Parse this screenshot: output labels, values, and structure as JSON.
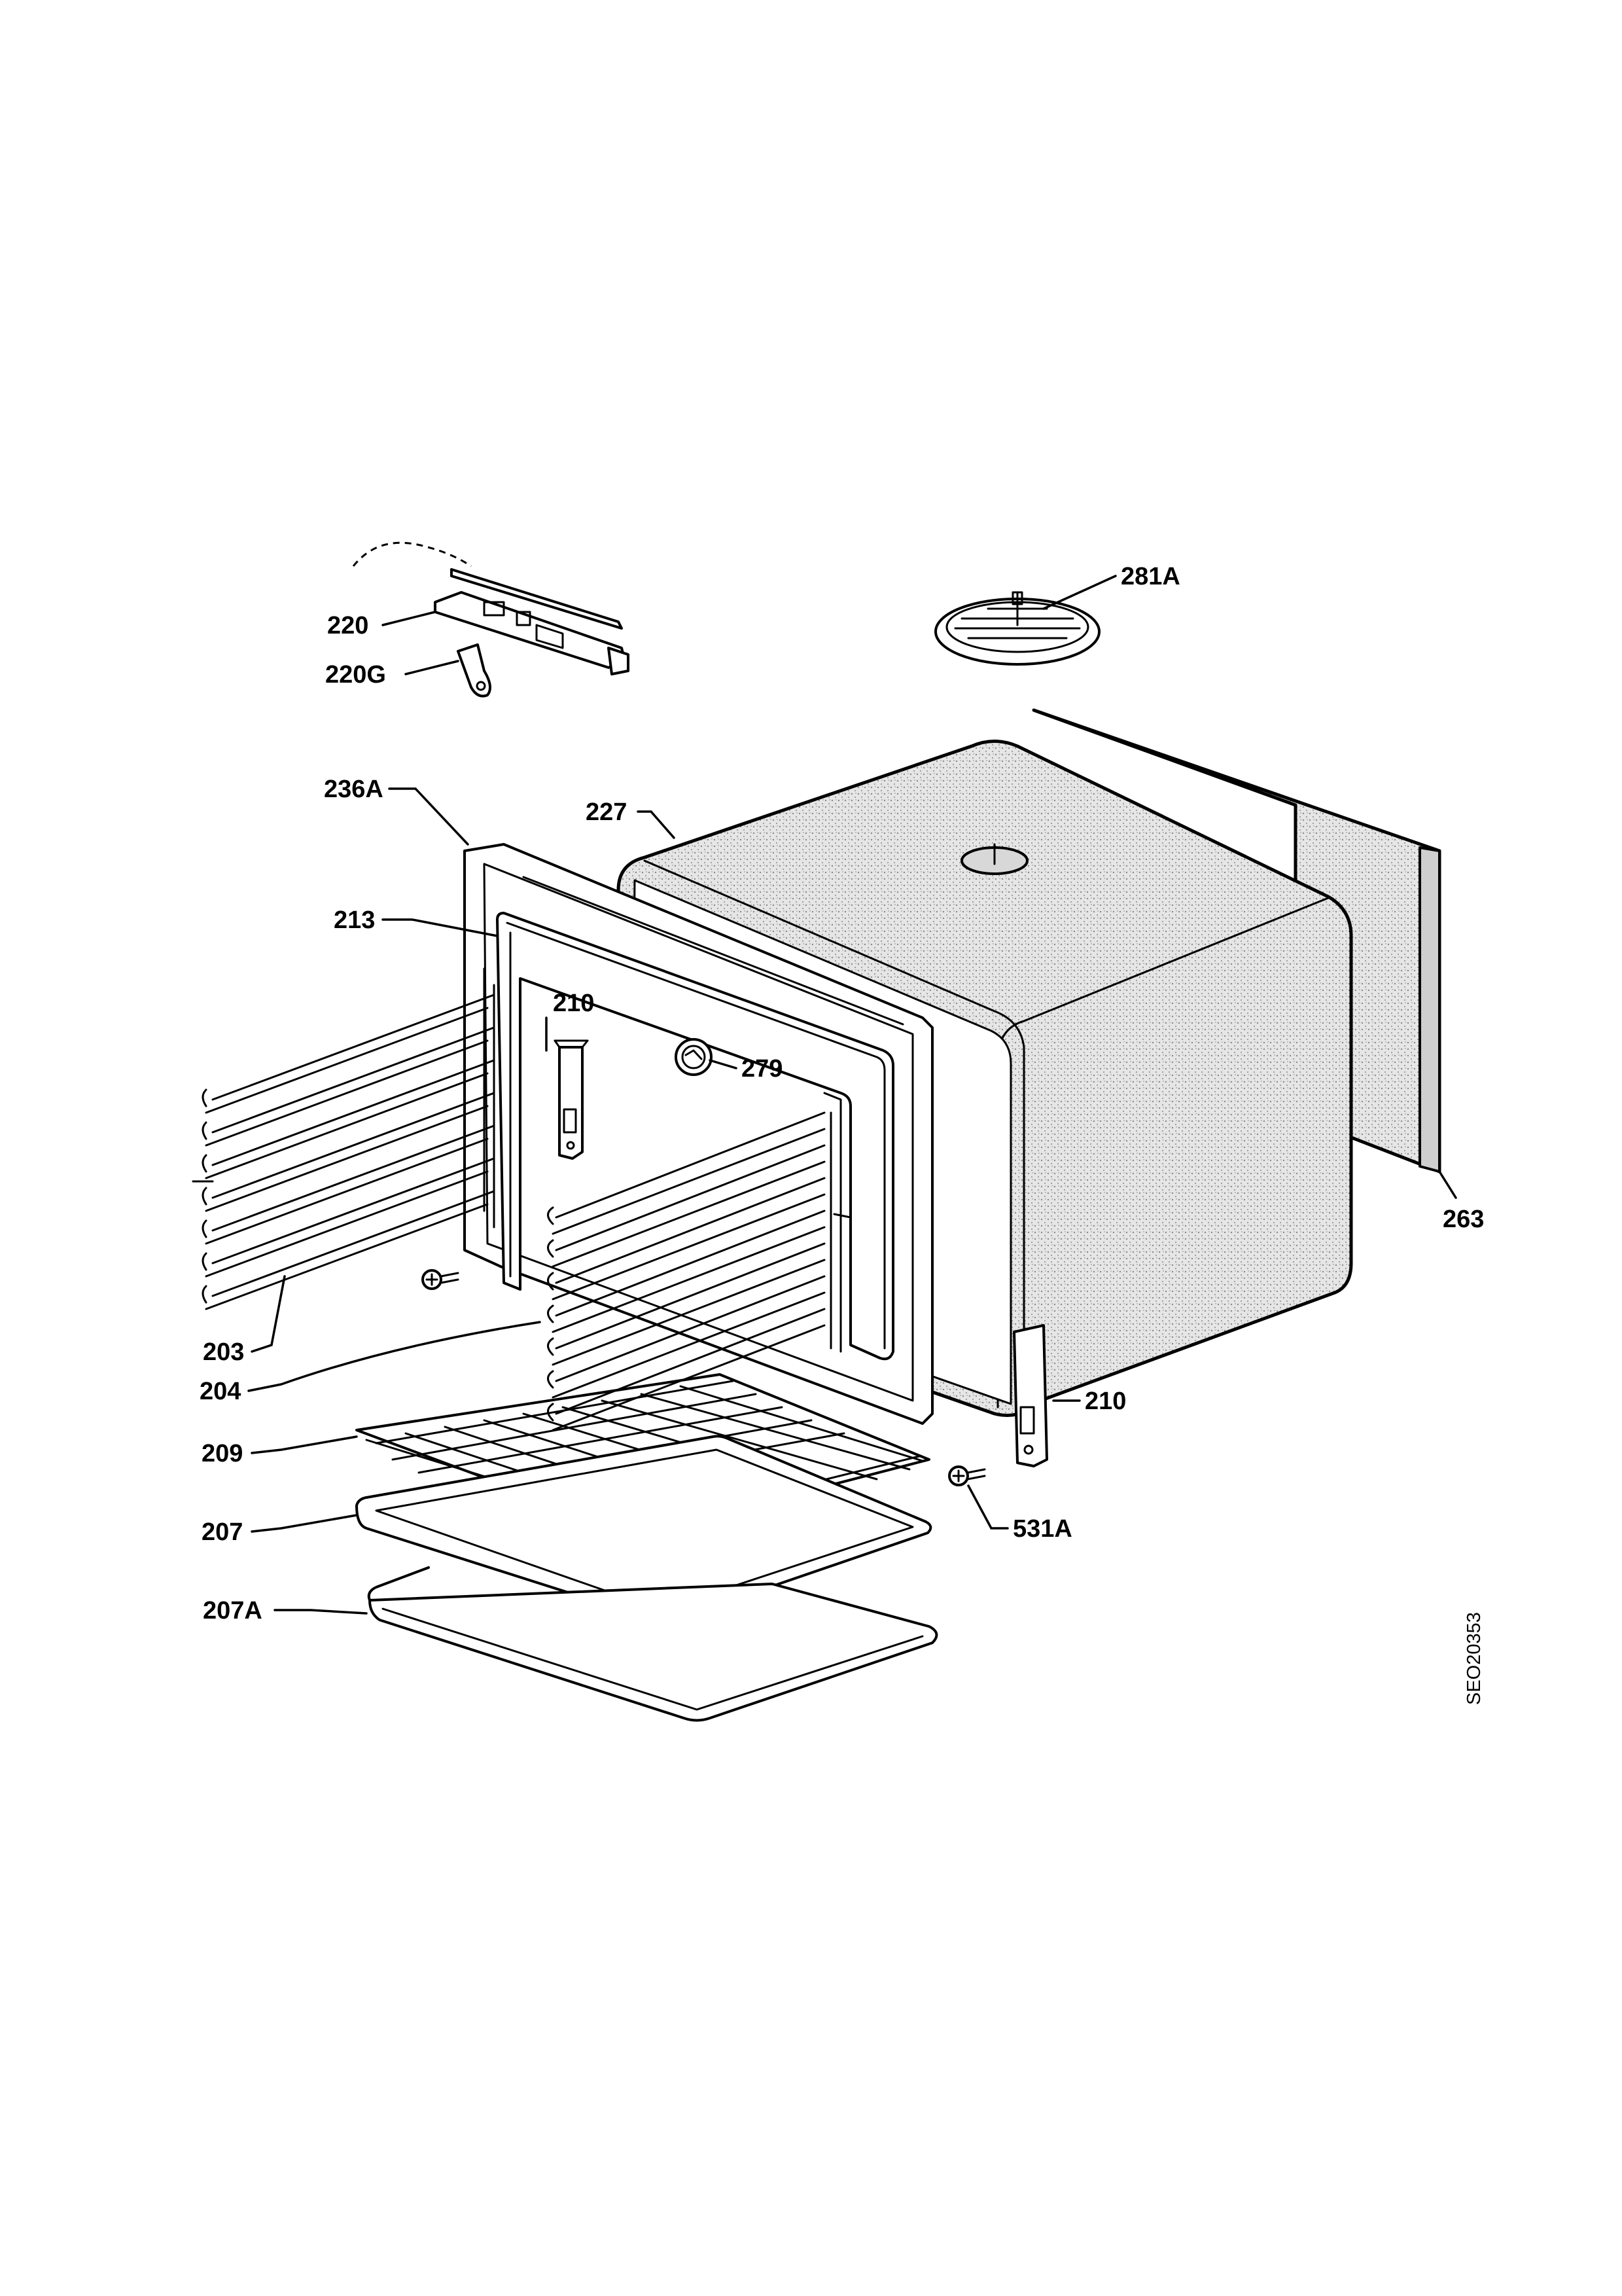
{
  "callouts": {
    "c220": "220",
    "c220G": "220G",
    "c281A": "281A",
    "c236A": "236A",
    "c227": "227",
    "c213": "213",
    "c210_left": "210",
    "c279": "279",
    "c263": "263",
    "c203": "203",
    "c204": "204",
    "c210_right": "210",
    "c209": "209",
    "c207": "207",
    "c531A": "531A",
    "c207A": "207A"
  },
  "drawing_code": "SEO20353"
}
